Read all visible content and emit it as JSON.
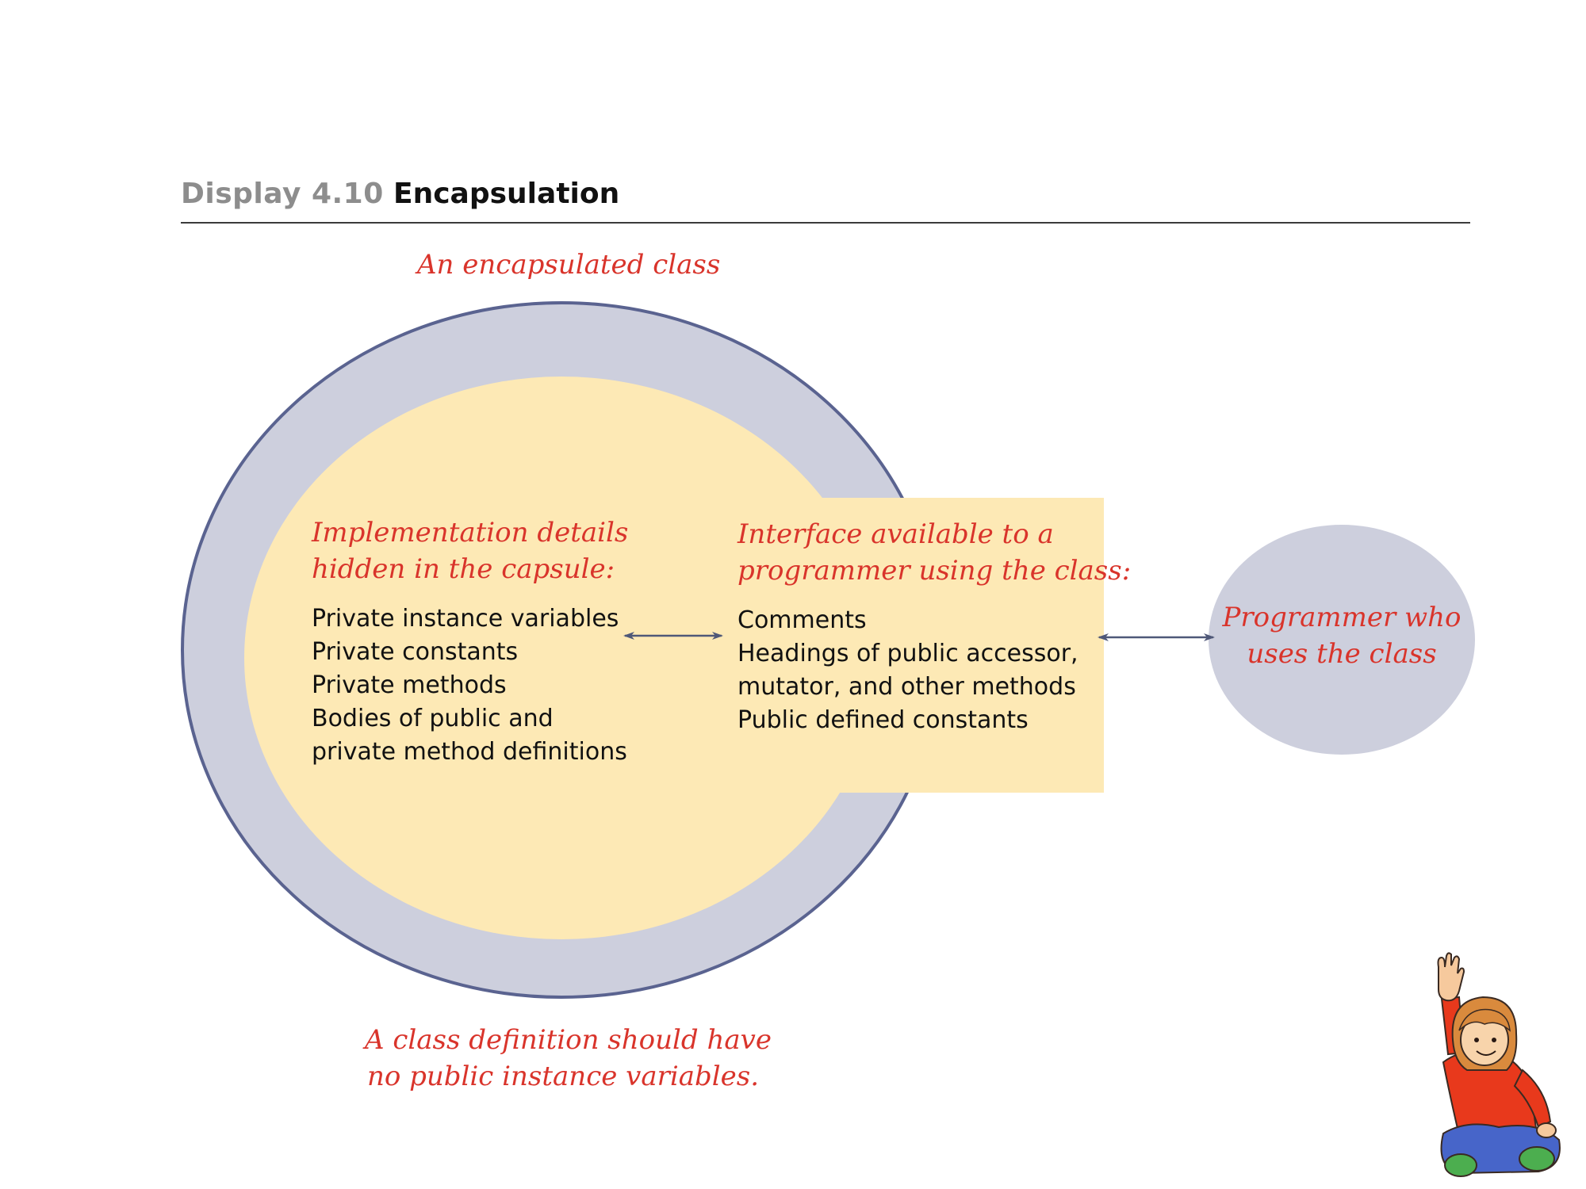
{
  "header": {
    "display_label": "Display 4.10",
    "title": "Encapsulation"
  },
  "diagram": {
    "class_label": "An encapsulated class",
    "implementation": {
      "heading_line1": "Implementation details",
      "heading_line2": "hidden in the capsule:",
      "items": [
        "Private instance variables",
        "Private constants",
        "Private methods",
        "Bodies of public and",
        "private method definitions"
      ]
    },
    "interface": {
      "heading_line1": "Interface available to a",
      "heading_line2": "programmer using the class:",
      "items": [
        "Comments",
        "Headings of public accessor,",
        "mutator, and other methods",
        "Public defined constants"
      ]
    },
    "programmer": {
      "line1": "Programmer who",
      "line2": "uses the class"
    },
    "footnote": {
      "line1": "A class definition should have",
      "line2": "no public instance variables."
    },
    "colors": {
      "capsule_outer": "#cdcfdd",
      "capsule_border": "#5a6390",
      "capsule_inner": "#fde9b5",
      "interface_box": "#fde9b5",
      "annotation_red": "#d9342b",
      "arrow": "#4f5878"
    },
    "icons": {
      "mascot": "child-raising-hand-illustration",
      "arrows": "double-headed-arrow-icon"
    }
  }
}
